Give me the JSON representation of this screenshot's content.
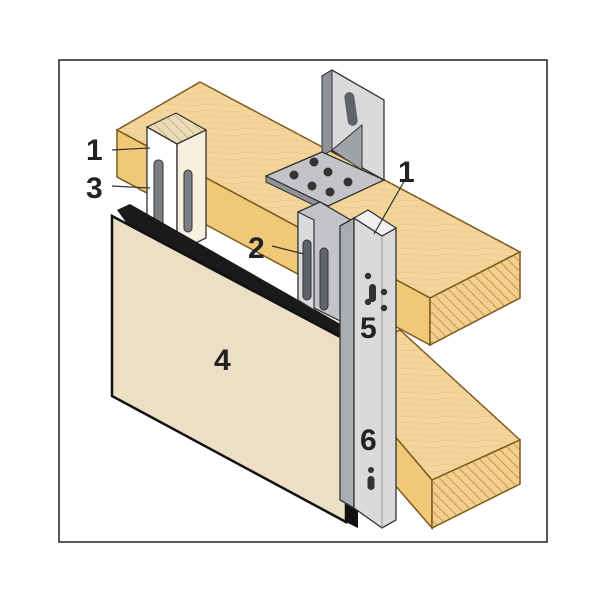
{
  "callouts": {
    "c1_left": "1",
    "c3_left": "3",
    "c1_right": "1",
    "c2": "2",
    "c5": "5",
    "c6": "6",
    "c4_panel": "4"
  },
  "colors": {
    "background": "#ffffff",
    "frame": "#222222",
    "timber_top": "#f3d49a",
    "timber_front": "#f0c877",
    "timber_end": "#f2cf8a",
    "timber_hatch": "#b07e35",
    "panel_face": "#eddfc6",
    "panel_edge": "#111111",
    "metal_light": "#d9dadc",
    "metal_mid": "#c2c4c7",
    "metal_dark": "#8f9297",
    "slot": "#606368",
    "outline": "#333333"
  }
}
